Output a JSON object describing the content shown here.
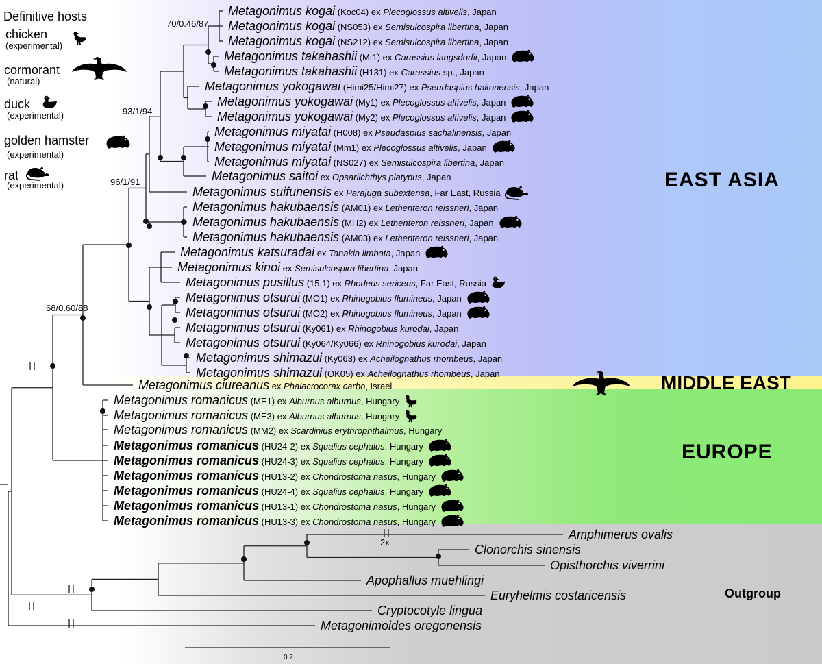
{
  "legend": {
    "title": "Definitive hosts",
    "items": [
      {
        "name": "chicken",
        "note": "(experimental)",
        "icon": "chicken-icon"
      },
      {
        "name": "cormorant",
        "note": "(natural)",
        "icon": "cormorant-icon"
      },
      {
        "name": "duck",
        "note": "(experimental)",
        "icon": "duck-icon"
      },
      {
        "name": "golden hamster",
        "note": "(experimental)",
        "icon": "hamster-icon"
      },
      {
        "name": "rat",
        "note": "(experimental)",
        "icon": "rat-icon"
      }
    ]
  },
  "regions": [
    {
      "label": "EAST ASIA",
      "color": "#a9c9f7"
    },
    {
      "label": "MIDDLE EAST",
      "color": "#fdf48e"
    },
    {
      "label": "EUROPE",
      "color": "#8aea75"
    },
    {
      "label": "Outgroup",
      "color": "#cacaca"
    }
  ],
  "taxa": [
    {
      "species": "Metagonimus kogai",
      "isolate": "(Koc04)",
      "ex": "ex",
      "host": "Plecoglossus altivelis",
      "locality": ", Japan",
      "bold": false,
      "icons": []
    },
    {
      "species": "Metagonimus kogai",
      "isolate": "(NS053)",
      "ex": "ex",
      "host": "Semisulcospira libertina",
      "locality": ", Japan",
      "bold": false,
      "icons": []
    },
    {
      "species": "Metagonimus kogai",
      "isolate": "(NS212)",
      "ex": "ex",
      "host": "Semisulcospira libertina",
      "locality": ", Japan",
      "bold": false,
      "icons": []
    },
    {
      "species": "Metagonimus takahashii",
      "isolate": "(Mt1)",
      "ex": "ex",
      "host": "Carassius langsdorfii",
      "locality": ", Japan",
      "bold": false,
      "icons": [
        "hamster-icon"
      ]
    },
    {
      "species": "Metagonimus takahashii",
      "isolate": "(H131)",
      "ex": "ex",
      "host": "Carassius",
      "locality": " sp., Japan",
      "bold": false,
      "icons": []
    },
    {
      "species": "Metagonimus yokogawai",
      "isolate": "(Himi25/Himi27)",
      "ex": "ex",
      "host": "Pseudaspius hakonensis",
      "locality": ", Japan",
      "bold": false,
      "icons": []
    },
    {
      "species": "Metagonimus yokogawai",
      "isolate": "(My1)",
      "ex": "ex",
      "host": "Plecoglossus altivelis",
      "locality": ", Japan",
      "bold": false,
      "icons": [
        "hamster-icon"
      ]
    },
    {
      "species": "Metagonimus yokogawai",
      "isolate": "(My2)",
      "ex": "ex",
      "host": "Plecoglossus altivelis",
      "locality": ", Japan",
      "bold": false,
      "icons": [
        "hamster-icon"
      ]
    },
    {
      "species": "Metagonimus miyatai",
      "isolate": "(H008)",
      "ex": "ex",
      "host": "Pseudaspius sachalinensis",
      "locality": ", Japan",
      "bold": false,
      "icons": []
    },
    {
      "species": "Metagonimus miyatai",
      "isolate": "(Mm1)",
      "ex": "ex",
      "host": "Plecoglossus altivelis",
      "locality": ", Japan",
      "bold": false,
      "icons": [
        "hamster-icon"
      ]
    },
    {
      "species": "Metagonimus miyatai",
      "isolate": "(NS027)",
      "ex": "ex",
      "host": "Semisulcospira libertina",
      "locality": ", Japan",
      "bold": false,
      "icons": []
    },
    {
      "species": "Metagonimus saitoi",
      "isolate": "",
      "ex": "ex",
      "host": "Opsariichthys platypus",
      "locality": ", Japan",
      "bold": false,
      "icons": []
    },
    {
      "species": "Metagonimus suifunensis",
      "isolate": "",
      "ex": "ex",
      "host": "Parajuga subextensa",
      "locality": ", Far East, Russia",
      "bold": false,
      "icons": [
        "rat-icon"
      ]
    },
    {
      "species": "Metagonimus hakubaensis",
      "isolate": "(AM01)",
      "ex": "ex",
      "host": "Lethenteron reissneri",
      "locality": ", Japan",
      "bold": false,
      "icons": []
    },
    {
      "species": "Metagonimus hakubaensis",
      "isolate": "(MH2)",
      "ex": " ex",
      "host": "Lethenteron reissneri",
      "locality": ", Japan",
      "bold": false,
      "icons": [
        "hamster-icon"
      ]
    },
    {
      "species": "Metagonimus hakubaensis",
      "isolate": "(AM03)",
      "ex": "ex",
      "host": "Lethenteron reissneri",
      "locality": ", Japan",
      "bold": false,
      "icons": []
    },
    {
      "species": "Metagonimus katsuradai",
      "isolate": "",
      "ex": "ex",
      "host": "Tanakia limbata",
      "locality": ", Japan",
      "bold": false,
      "icons": [
        "hamster-icon"
      ]
    },
    {
      "species": "Metagonimus kinoi",
      "isolate": "",
      "ex": "ex",
      "host": "Semisulcospira libertina",
      "locality": ", Japan",
      "bold": false,
      "icons": []
    },
    {
      "species": "Metagonimus pusillus",
      "isolate": "(15.1)",
      "ex": "ex",
      "host": "Rhodeus sericeus",
      "locality": ", Far East, Russia",
      "bold": false,
      "icons": [
        "duck-icon"
      ]
    },
    {
      "species": "Metagonimus otsurui",
      "isolate": "(MO1)",
      "ex": "ex",
      "host": "Rhinogobius flumineus",
      "locality": ", Japan",
      "bold": false,
      "icons": [
        "hamster-icon"
      ]
    },
    {
      "species": "Metagonimus otsurui",
      "isolate": "(MO2)",
      "ex": "ex",
      "host": "Rhinogobius flumineus",
      "locality": ", Japan",
      "bold": false,
      "icons": [
        "hamster-icon"
      ]
    },
    {
      "species": "Metagonimus otsurui",
      "isolate": "(Ky061)",
      "ex": "ex",
      "host": "Rhinogobius kurodai",
      "locality": ", Japan",
      "bold": false,
      "icons": []
    },
    {
      "species": "Metagonimus otsurui",
      "isolate": "(Ky064/Ky066)",
      "ex": "ex",
      "host": "Rhinogobius kurodai",
      "locality": ", Japan",
      "bold": false,
      "icons": []
    },
    {
      "species": "Metagonimus shimazui",
      "isolate": "(Ky063)",
      "ex": "ex",
      "host": "Acheilognathus rhombeus",
      "locality": ", Japan",
      "bold": false,
      "icons": []
    },
    {
      "species": "Metagonimus shimazui",
      "isolate": "(OK05)",
      "ex": "ex",
      "host": "Acheilognathus rhombeus",
      "locality": ", Japan",
      "bold": false,
      "icons": []
    },
    {
      "species": "Metagonimus ciureanus",
      "isolate": "",
      "ex": "ex",
      "host": "Phalacrocorax carbo",
      "locality": ", Israel",
      "bold": false,
      "icons": []
    },
    {
      "species": "Metagonimus romanicus",
      "isolate": "(ME1)",
      "ex": "ex",
      "host": "Alburnus alburnus",
      "locality": ", Hungary",
      "bold": false,
      "icons": [
        "chicken-icon"
      ]
    },
    {
      "species": "Metagonimus romanicus",
      "isolate": "(ME3)",
      "ex": "ex",
      "host": "Alburnus alburnus",
      "locality": ", Hungary",
      "bold": false,
      "icons": [
        "chicken-icon"
      ]
    },
    {
      "species": "Metagonimus romanicus",
      "isolate": "(MM2)",
      "ex": "ex",
      "host": "Scardinius erythrophthalmus",
      "locality": ", Hungary",
      "bold": false,
      "icons": []
    },
    {
      "species": "Metagonimus romanicus",
      "isolate": "(HU24-2)",
      "ex": "ex",
      "host": "Squalius cephalus",
      "locality": ", Hungary",
      "bold": true,
      "icons": [
        "hamster-icon"
      ]
    },
    {
      "species": "Metagonimus romanicus",
      "isolate": "(HU24-3)",
      "ex": "ex",
      "host": "Squalius cephalus",
      "locality": ", Hungary",
      "bold": true,
      "icons": [
        "hamster-icon"
      ]
    },
    {
      "species": "Metagonimus romanicus",
      "isolate": "(HU13-2)",
      "ex": "ex",
      "host": "Chondrostoma nasus",
      "locality": ", Hungary",
      "bold": true,
      "icons": [
        "hamster-icon"
      ]
    },
    {
      "species": "Metagonimus romanicus",
      "isolate": "(HU24-4)",
      "ex": "ex",
      "host": "Squalius cephalus",
      "locality": ", Hungary",
      "bold": true,
      "icons": [
        "hamster-icon"
      ]
    },
    {
      "species": "Metagonimus romanicus",
      "isolate": "(HU13-1)",
      "ex": "ex",
      "host": "Chondrostoma nasus",
      "locality": ", Hungary",
      "bold": true,
      "icons": [
        "hamster-icon"
      ]
    },
    {
      "species": "Metagonimus romanicus",
      "isolate": "(HU13-3)",
      "ex": "ex",
      "host": "Chondrostoma nasus",
      "locality": ", Hungary",
      "bold": true,
      "icons": [
        "hamster-icon"
      ]
    },
    {
      "species": "Amphimerus ovalis",
      "isolate": "",
      "ex": "",
      "host": "",
      "locality": "",
      "bold": false,
      "icons": []
    },
    {
      "species": "Clonorchis sinensis",
      "isolate": "",
      "ex": "",
      "host": "",
      "locality": "",
      "bold": false,
      "icons": []
    },
    {
      "species": "Opisthorchis viverrini",
      "isolate": "",
      "ex": "",
      "host": "",
      "locality": "",
      "bold": false,
      "icons": []
    },
    {
      "species": "Apophallus muehlingi",
      "isolate": "",
      "ex": "",
      "host": "",
      "locality": "",
      "bold": false,
      "icons": []
    },
    {
      "species": "Euryhelmis costaricensis",
      "isolate": "",
      "ex": "",
      "host": "",
      "locality": "",
      "bold": false,
      "icons": []
    },
    {
      "species": "Cryptocotyle lingua",
      "isolate": "",
      "ex": "",
      "host": "",
      "locality": "",
      "bold": false,
      "icons": []
    },
    {
      "species": "Metagonimoides oregonensis",
      "isolate": "",
      "ex": "",
      "host": "",
      "locality": "",
      "bold": false,
      "icons": []
    }
  ],
  "node_support": [
    "70/0.46/87",
    "93/1/94",
    "96/1/91",
    "68/0.60/88"
  ],
  "branch_break_label": "2x",
  "scale_bar_label": "0.2",
  "big_cormorant_icon": "cormorant-icon"
}
